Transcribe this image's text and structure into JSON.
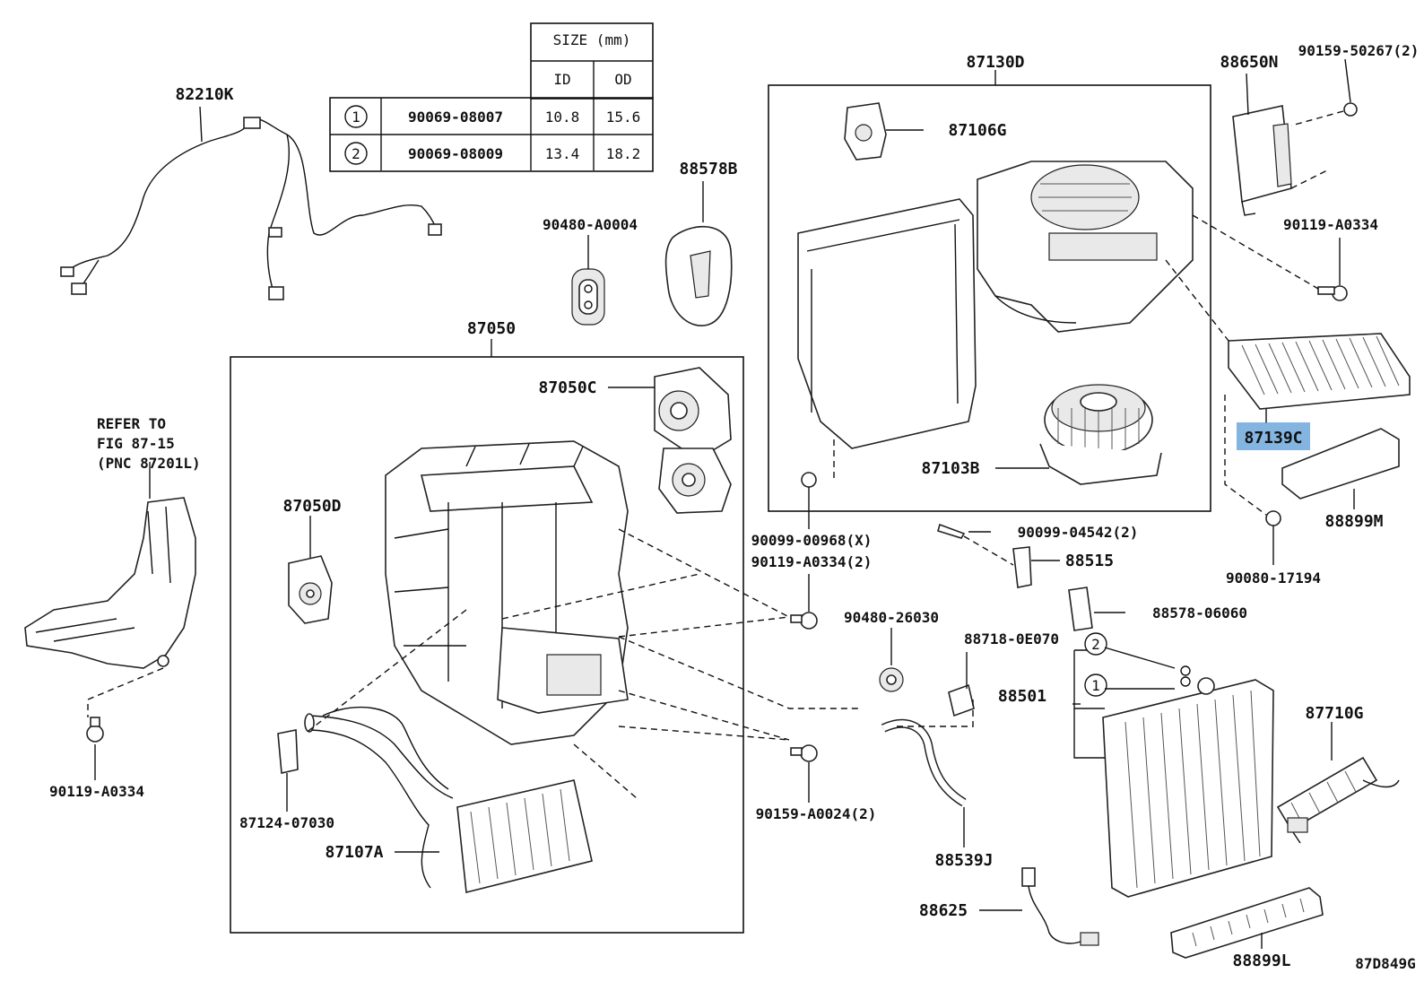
{
  "size_table": {
    "header": "SIZE (mm)",
    "col_id": "ID",
    "col_od": "OD",
    "rows": [
      {
        "mark": "1",
        "part": "90069-08007",
        "id": "10.8",
        "od": "15.6"
      },
      {
        "mark": "2",
        "part": "90069-08009",
        "id": "13.4",
        "od": "18.2"
      }
    ]
  },
  "note": {
    "line1": "REFER TO",
    "line2": "FIG 87-15",
    "line3": "(PNC 87201L)"
  },
  "labels": {
    "p82210K": "82210K",
    "p87050": "87050",
    "p87050C": "87050C",
    "p87050D": "87050D",
    "p90480A0004": "90480-A0004",
    "p88578B": "88578B",
    "p87130D": "87130D",
    "p87106G": "87106G",
    "p87103B": "87103B",
    "p88650N": "88650N",
    "p9015950267": "90159-50267(2)",
    "p90119A0334r": "90119-A0334",
    "p87139C": "87139C",
    "p88899M": "88899M",
    "p9008017194": "90080-17194",
    "p9009900968": "90099-00968(X)",
    "p90119A0334b": "90119-A0334(2)",
    "p9009904542": "90099-04542(2)",
    "p88515": "88515",
    "p8857806060": "88578-06060",
    "p9048026030": "90480-26030",
    "p887180E070": "88718-0E070",
    "p88501": "88501",
    "p87710G": "87710G",
    "p90119A0334l": "90119-A0334",
    "p8712407030": "87124-07030",
    "p87107A": "87107A",
    "p90159A0024": "90159-A0024(2)",
    "p88539J": "88539J",
    "p88625": "88625",
    "p88899L": "88899L",
    "circle1": "1",
    "circle2": "2",
    "figure_id": "87D849G"
  },
  "highlight_color": "#5b9bd5"
}
